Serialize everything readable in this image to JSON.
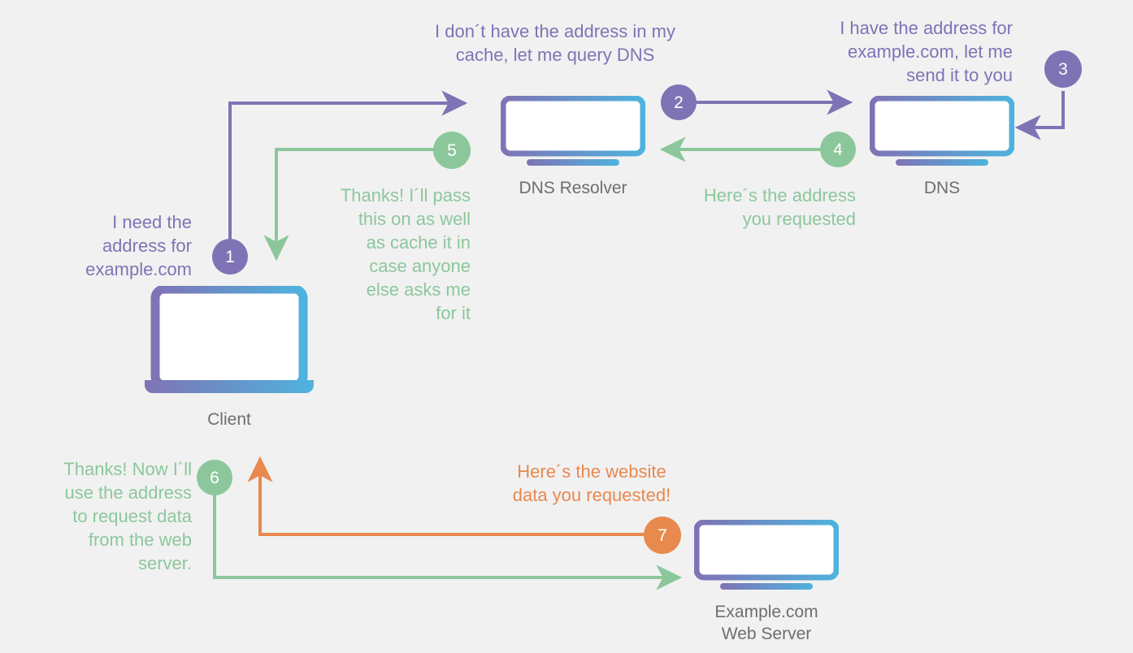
{
  "diagram": {
    "title": "DNS resolution flow",
    "background": "#f1f1f1",
    "colors": {
      "purple": "#7f73b5",
      "green": "#8cc79c",
      "orange": "#e8894e",
      "label_gray": "#6e6e6e",
      "gradient_start": "#7f73b5",
      "gradient_end": "#4eb3de"
    }
  },
  "nodes": [
    {
      "id": "client",
      "label": "Client"
    },
    {
      "id": "resolver",
      "label": "DNS Resolver"
    },
    {
      "id": "dns",
      "label": "DNS"
    },
    {
      "id": "webserver",
      "label": "Example.com\nWeb Server"
    }
  ],
  "steps": [
    {
      "number": "1",
      "color": "purple"
    },
    {
      "number": "2",
      "color": "purple"
    },
    {
      "number": "3",
      "color": "purple"
    },
    {
      "number": "4",
      "color": "green"
    },
    {
      "number": "5",
      "color": "green"
    },
    {
      "number": "6",
      "color": "green"
    },
    {
      "number": "7",
      "color": "orange"
    }
  ],
  "callouts": {
    "step1": "I need the\naddress for\nexample.com",
    "step2": "I don´t have the address in my\ncache, let me query DNS",
    "step3": "I have the address for\nexample.com, let me\nsend it to you",
    "step4": "Here´s the address\nyou requested",
    "step5": "Thanks! I´ll pass\nthis on as well\nas cache it in\ncase anyone\nelse asks me\nfor it",
    "step6": "Thanks! Now I´ll\nuse the address\nto request data\nfrom the web\nserver.",
    "step7": "Here´s the website\ndata you requested!"
  }
}
